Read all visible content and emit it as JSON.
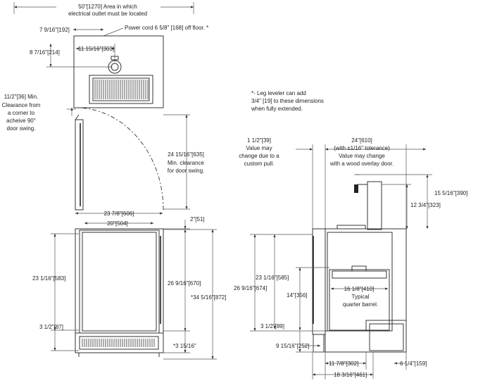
{
  "top_view": {
    "outlet_area": [
      "50\"[1270] Area in which",
      "electrical outlet must be located"
    ],
    "power_cord": "Power cord 6 5/8\" [168] off floor. *",
    "dim_7_9_16": "7 9/16\"[192]",
    "dim_8_7_16": "8 7/16\"[214]",
    "dim_11_15_16": "11 15/16\"[303]",
    "corner_clearance": [
      "11/2\"[36] Min.",
      "Clearance from",
      "a corner to",
      "acheive 90°",
      "door swing."
    ],
    "door_swing_clearance": [
      "24 15/16\"[635]",
      "Min. clearance",
      "for door swing."
    ]
  },
  "note": [
    "*- Leg leveler can add",
    "3/4\" [19] to these dimensions",
    "when fully extended."
  ],
  "front_view": {
    "dim_width_outer": "23 7/8\"[606]",
    "dim_width_inner": "20\"[504]",
    "dim_2": "2\"[51]",
    "dim_23_1_16": "23 1/16\"[583]",
    "dim_26_9_16": "26 9/16\"[670]",
    "dim_34_5_16": "*34 5/16\"[872]",
    "dim_3_1_2": "3 1/2\"[87]",
    "dim_3_15_16": "*3 15/16\""
  },
  "side_view": {
    "pull_note": [
      "1 1/2\"[39]",
      "Value may",
      "change due to a",
      "custom pull."
    ],
    "depth_note": [
      "24\"[610]",
      "(with ±1/16\" tolerance)",
      "Value may change",
      "with a wood overlay door."
    ],
    "dim_15_5_16": "15 5/16\"[390]",
    "dim_12_3_4": "12 3/4\"[323]",
    "dim_26_9_16": "26 9/16\"[674]",
    "dim_23_1_16": "23 1/16\"[585]",
    "dim_14": "14\"[356]",
    "barrel_dim": "16 1/8\"[410]",
    "barrel_label": [
      "Typical",
      "quarter barrel."
    ],
    "dim_3_1_2": "3 1/2\"[89]",
    "dim_9_15_16": "9 15/16\"[252]",
    "dim_11_7_8": "11 7/8\"[302]",
    "dim_6_1_4": "6 1/4\"[159]",
    "dim_18_3_16": "18 3/16\"[461]"
  }
}
